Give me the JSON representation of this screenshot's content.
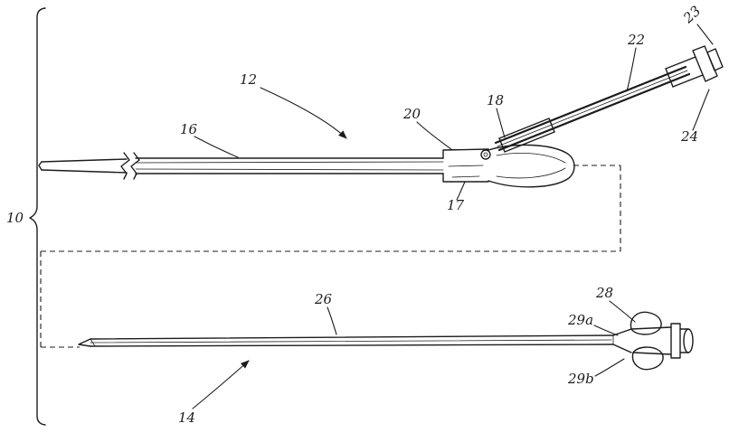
{
  "colors": {
    "ink": "#1c1c1c",
    "paper": "#ffffff"
  },
  "labels": {
    "n10": "10",
    "n12": "12",
    "n14": "14",
    "n16": "16",
    "n17": "17",
    "n18": "18",
    "n20": "20",
    "n22": "22",
    "n23": "23",
    "n24": "24",
    "n26": "26",
    "n28": "28",
    "n29a": "29a",
    "n29b": "29b"
  }
}
